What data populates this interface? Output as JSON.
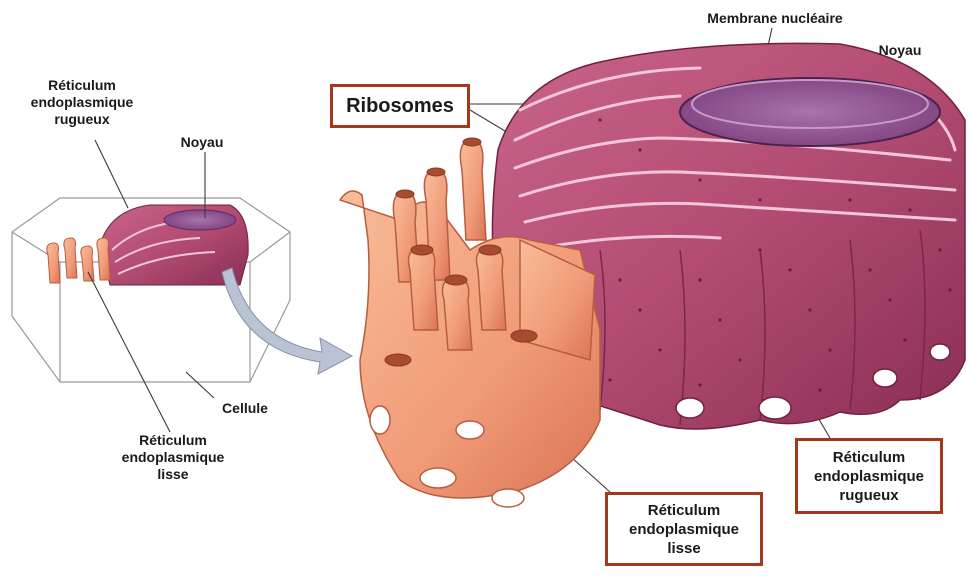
{
  "labels": {
    "small_rer": [
      "Réticulum",
      "endoplasmique",
      "rugueux"
    ],
    "small_noyau": "Noyau",
    "cellule": "Cellule",
    "small_rel": [
      "Réticulum",
      "endoplasmique",
      "lisse"
    ],
    "ribosomes": "Ribosomes",
    "membrane": "Membrane nucléaire",
    "big_noyau": "Noyau",
    "big_rer": [
      "Réticulum",
      "endoplasmique",
      "rugueux"
    ],
    "big_rel": [
      "Réticulum",
      "endoplasmique",
      "lisse"
    ]
  },
  "colors": {
    "rough_er": "#b8506e",
    "rough_er_dark": "#8a2e4c",
    "smooth_er": "#f3a281",
    "smooth_er_dark": "#d9785a",
    "nucleus": "#9a5b98",
    "box_border": "#a4381c",
    "arrow": "#b9c3d3"
  }
}
